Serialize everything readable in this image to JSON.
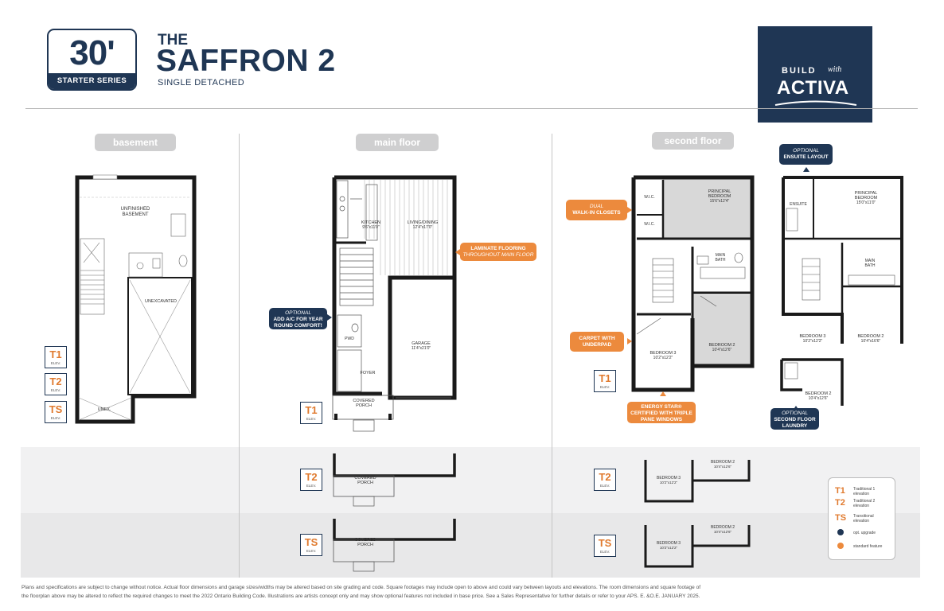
{
  "header": {
    "size": "30'",
    "series": "STARTER SERIES",
    "the": "THE",
    "model": "SAFFRON 2",
    "type": "SINGLE DETACHED",
    "brand_build": "BUILD",
    "brand_with": "with",
    "brand_name": "ACTIVA",
    "brand_color": "#1f3654",
    "accent_color": "#ec8a3d"
  },
  "sections": {
    "basement": "basement",
    "main_floor": "main floor",
    "second_floor": "second floor"
  },
  "elevations": {
    "t1": "T1",
    "t2": "T2",
    "ts": "TS",
    "elev_label": "ELEV."
  },
  "rooms": {
    "unfinished_line1": "UNFINISHED",
    "unfinished_line2": "BASEMENT",
    "unexcavated": "UNEXCAVATED",
    "unex": "UNEX.",
    "kitchen": "KITCHEN",
    "kitchen_dim": "9'6\"x11'0\"",
    "living_dining": "LIVING/DINING",
    "living_dining_dim": "12'4\"x17'0\"",
    "garage": "GARAGE",
    "garage_dim": "11'4\"x21'0\"",
    "pwd": "PWD",
    "foyer": "FOYER",
    "covered": "COVERED",
    "porch": "PORCH",
    "principal": "PRINCIPAL",
    "bedroom": "BEDROOM",
    "principal_dim": "15'6\"x12'4\"",
    "principal_dim_opt": "15'0\"x11'0\"",
    "ensuite": "ENSUITE",
    "main_bath_1": "MAIN",
    "main_bath_2": "BATH",
    "wic": "W.I.C.",
    "bedroom3": "BEDROOM 3",
    "bedroom3_dim": "10'2\"x12'2\"",
    "bedroom2": "BEDROOM 2",
    "bedroom2_dim": "10'4\"x12'6\"",
    "bedroom2_opt_dim": "10'4\"x16'6\""
  },
  "callouts": {
    "laminate_1": "LAMINATE FLOORING",
    "laminate_2": "THROUGHOUT MAIN FLOOR",
    "ac_opt": "OPTIONAL",
    "ac_1": "ADD A/C FOR YEAR",
    "ac_2": "ROUND COMFORT!",
    "dual_1": "DUAL",
    "dual_2": "WALK-IN CLOSETS",
    "carpet_1": "CARPET WITH",
    "carpet_2": "UNDERPAD",
    "energy_1": "ENERGY STAR®",
    "energy_2": "CERTIFIED WITH TRIPLE",
    "energy_3": "PANE WINDOWS",
    "ensuite_opt": "OPTIONAL",
    "ensuite_1": "ENSUITE LAYOUT",
    "laundry_opt": "OPTIONAL",
    "laundry_1": "SECOND FLOOR",
    "laundry_2": "LAUNDRY"
  },
  "legend": {
    "t1_code": "T1",
    "t1_text_1": "Traditional 1",
    "t1_text_2": "elevation",
    "t2_code": "T2",
    "t2_text_1": "Traditional 2",
    "t2_text_2": "elevation",
    "ts_code": "TS",
    "ts_text_1": "Transitional",
    "ts_text_2": "elevation",
    "opt_text": "opt. upgrade",
    "std_text": "standard feature",
    "opt_color": "#1f3654",
    "std_color": "#ec8a3d"
  },
  "footer": {
    "line1": "Plans and specifications are subject to change without notice. Actual floor dimensions and garage sizes/widths may be altered based on site grading and code. Square footages may include open to above and could vary between layouts and elevations. The room dimensions and square footage of",
    "line2": "the floorplan above may be altered to reflect the required changes to meet the 2022 Ontario Building Code. Illustrations are artists concept only and may show optional features not included in base price. See a Sales Representative for further details or refer to your APS. E. &O.E. JANUARY 2025."
  }
}
